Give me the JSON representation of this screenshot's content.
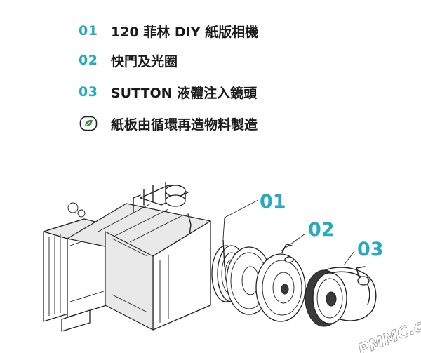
{
  "features": [
    {
      "number": "01",
      "text": "120 菲林 DIY 紙版相機"
    },
    {
      "number": "02",
      "text": "快門及光圈"
    },
    {
      "number": "03",
      "text": "SUTTON 液體注入鏡頭"
    },
    {
      "icon": "leaf-icon",
      "text": "紙板由循環再造物料製造"
    }
  ],
  "callouts": [
    "01",
    "02",
    "03"
  ],
  "watermark": "PMMC.cc",
  "colors": {
    "accent": "#27a9c0",
    "text": "#1a1a1a",
    "leaf": "#3c8c3a"
  }
}
